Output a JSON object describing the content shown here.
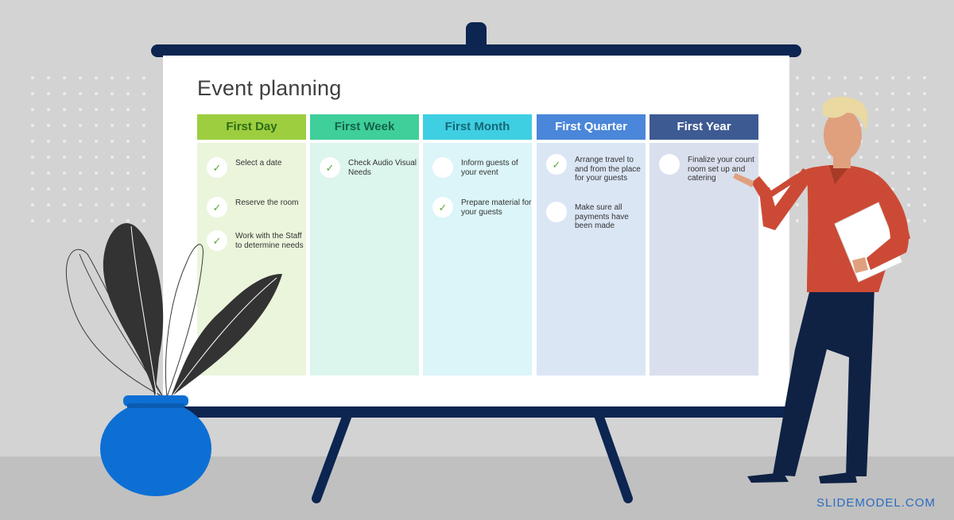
{
  "slide": {
    "title": "Event planning",
    "columns": [
      {
        "label": "First Day",
        "header_color": "#9dce3f",
        "header_text_color": "#2d6b17",
        "body_color": "#eaf5dc",
        "tasks": [
          {
            "text": "Select a date",
            "checked": true
          },
          {
            "text": "Reserve the room",
            "checked": true
          },
          {
            "text": "Work with the Staff to determine needs",
            "checked": true
          }
        ]
      },
      {
        "label": "First Week",
        "header_color": "#3fcf9a",
        "header_text_color": "#14634a",
        "body_color": "#dcf5ed",
        "tasks": [
          {
            "text": "Check Audio Visual Needs",
            "checked": true
          }
        ]
      },
      {
        "label": "First Month",
        "header_color": "#3fcfe2",
        "header_text_color": "#156877",
        "body_color": "#dbf5f8",
        "tasks": [
          {
            "text": "Inform guests of your event",
            "checked": false
          },
          {
            "text": "Prepare material for your guests",
            "checked": true
          }
        ]
      },
      {
        "label": "First Quarter",
        "header_color": "#4a86d9",
        "header_text_color": "#ffffff",
        "body_color": "#dbe6f5",
        "tasks": [
          {
            "text": "Arrange travel to and from the place for your guests",
            "checked": true
          },
          {
            "text": "Make sure all payments have been made",
            "checked": false
          }
        ]
      },
      {
        "label": "First Year",
        "header_color": "#3e5a93",
        "header_text_color": "#ffffff",
        "body_color": "#d9dfec",
        "tasks": [
          {
            "text": "Finalize your count room set up and catering",
            "checked": false
          }
        ]
      }
    ]
  },
  "check_icon": "check-icon",
  "watermark": "SLIDEMODEL.COM",
  "colors": {
    "background": "#d3d3d3",
    "stand": "#0c2551",
    "pot": "#0d6fd4",
    "leaf_dark": "#333333",
    "shirt": "#cc4a35",
    "pants": "#0f2244",
    "hair": "#ead9a0",
    "skin": "#e0a07e"
  }
}
